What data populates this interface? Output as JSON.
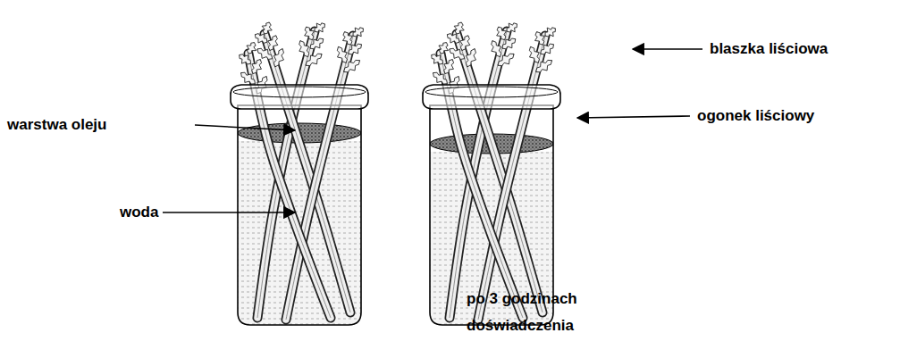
{
  "diagram": {
    "labels": [
      "warstwa oleju",
      "woda",
      "blaszka liściowa",
      "ogonek liściowy",
      "po 3 godzinach doświadczenia"
    ]
  }
}
